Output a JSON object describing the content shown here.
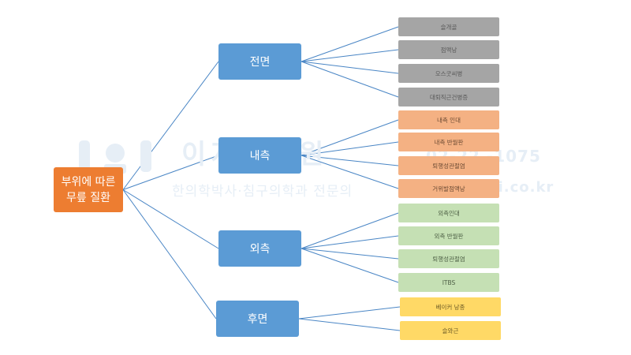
{
  "root": {
    "line1": "부위에 따른",
    "line2": "무릎 질환",
    "color": "#ed7d31"
  },
  "regions": [
    {
      "label": "전면",
      "color": "#5b9bd5",
      "leaf_color": "#a5a5a5",
      "leaves": [
        "슬개골",
        "점액낭",
        "오스굿씨병",
        "대퇴직근건병증"
      ]
    },
    {
      "label": "내측",
      "color": "#5b9bd5",
      "leaf_color": "#f4b183",
      "leaves": [
        "내측 인대",
        "내측 반월판",
        "퇴행성관절염",
        "거위발점액낭"
      ]
    },
    {
      "label": "외측",
      "color": "#5b9bd5",
      "leaf_color": "#c5e0b4",
      "leaves": [
        "외측인대",
        "외측 반월판",
        "퇴행성관절염",
        "ITBS"
      ]
    },
    {
      "label": "후면",
      "color": "#5b9bd5",
      "leaf_color": "#ffd966",
      "leaves": [
        "베이커 낭종",
        "슬와근"
      ]
    }
  ],
  "watermark": {
    "title": "이지한의원",
    "subtitle": "한의학박사·침구의학과 전문의",
    "phone": "02-22 -1075",
    "site": "easyhani.co.kr"
  }
}
